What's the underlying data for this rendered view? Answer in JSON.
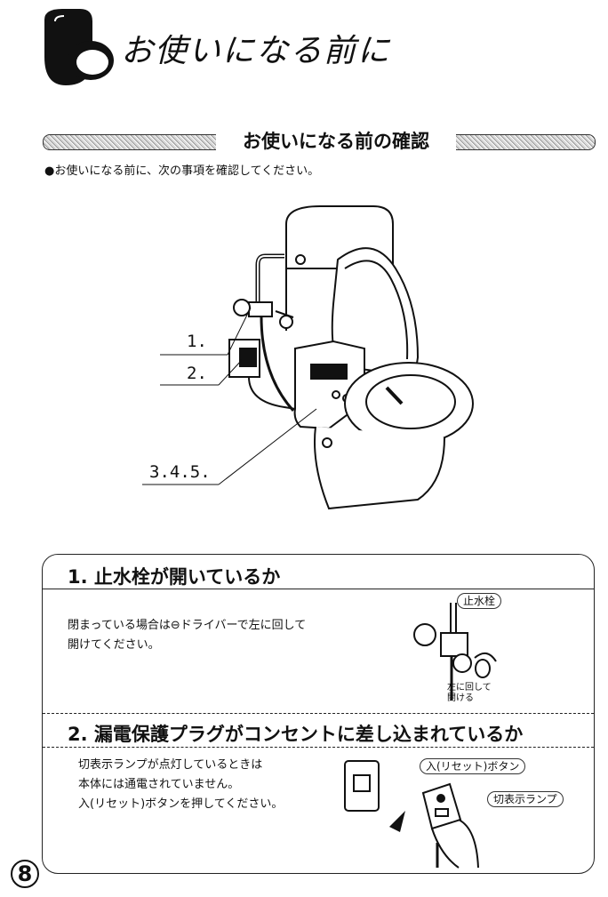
{
  "header": {
    "title": "お使いになる前に"
  },
  "banner": {
    "label": "お使いになる前の確認"
  },
  "intro": "●お使いになる前に、次の事項を確認してください。",
  "callouts": [
    "1.",
    "2.",
    "3.4.5."
  ],
  "section1": {
    "heading": "1. 止水栓が開いているか",
    "line1": "閉まっている場合は⊖ドライバーで左に回して",
    "line2": "開けてください。",
    "label_valve": "止水栓",
    "note_line1": "左に回して",
    "note_line2": "開ける"
  },
  "section2": {
    "heading": "2. 漏電保護プラグがコンセントに差し込まれているか",
    "line1": "切表示ランプが点灯しているときは",
    "line2": "本体には通電されていません。",
    "line3": "入(リセット)ボタンを押してください。",
    "label_reset": "入(リセット)ボタン",
    "label_lamp": "切表示ランプ"
  },
  "page_number": "8"
}
